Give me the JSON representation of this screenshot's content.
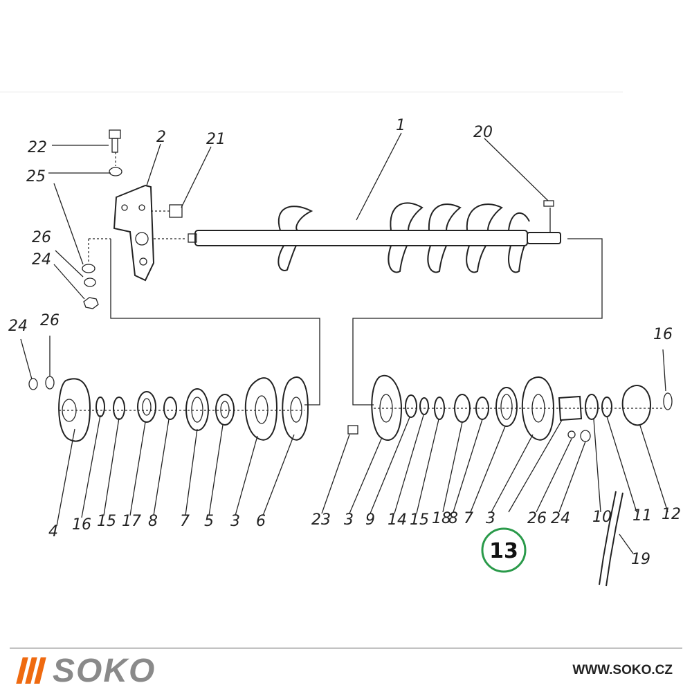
{
  "callouts": {
    "c1": "1",
    "c2": "2",
    "c20": "20",
    "c21": "21",
    "c22": "22",
    "c25": "25",
    "c26a": "26",
    "c24a": "24",
    "c24b": "24",
    "c26b": "26",
    "c16r": "16",
    "b4": "4",
    "b16": "16",
    "b15": "15",
    "b17": "17",
    "b8": "8",
    "b7": "7",
    "b5": "5",
    "b3": "3",
    "b6": "6",
    "b23": "23",
    "b3b": "3",
    "b9": "9",
    "b14": "14",
    "b15b": "15",
    "b18": "18",
    "b8b": "8",
    "b7b": "7",
    "b3c": "3",
    "b26": "26",
    "b24": "24",
    "b10": "10",
    "b11": "11",
    "b12": "12",
    "b19": "19"
  },
  "badge": {
    "number": "13",
    "color": "#2a9a4a"
  },
  "footer": {
    "brand": "SOKO",
    "url": "WWW.SOKO.CZ",
    "accent_color": "#ef6a10",
    "brand_color": "#8a8a8a"
  }
}
